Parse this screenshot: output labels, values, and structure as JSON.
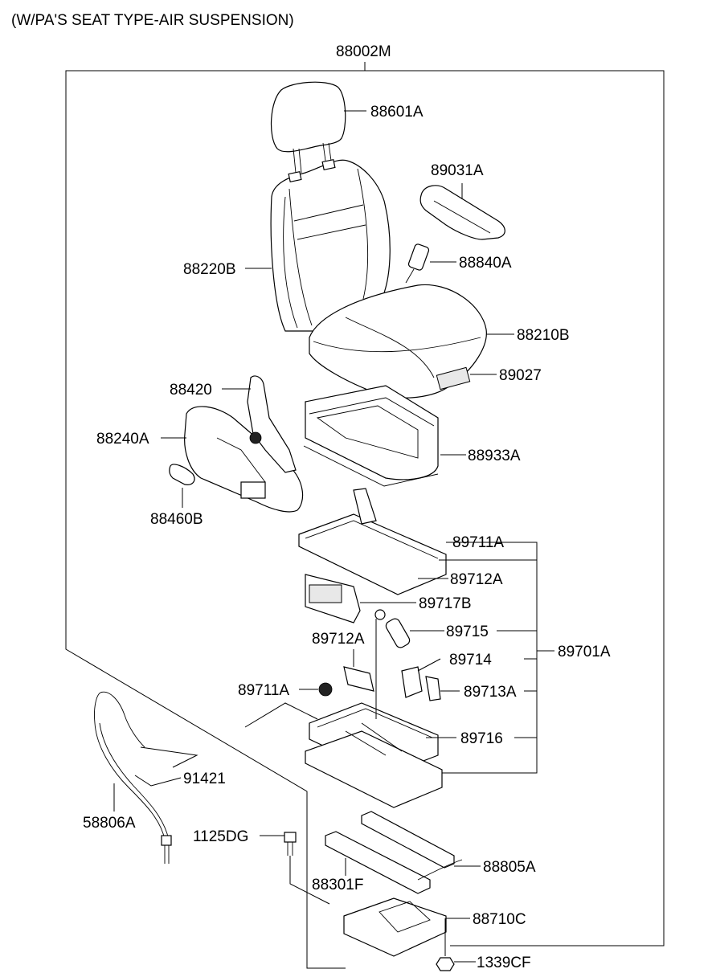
{
  "header": {
    "title": "(W/PA'S SEAT TYPE-AIR SUSPENSION)",
    "assembly_number": "88002M"
  },
  "parts": {
    "p88601A": "88601A",
    "p89031A": "89031A",
    "p88840A": "88840A",
    "p88220B": "88220B",
    "p88210B": "88210B",
    "p89027": "89027",
    "p88420": "88420",
    "p88240A": "88240A",
    "p88933A": "88933A",
    "p88460B": "88460B",
    "p89711A_top": "89711A",
    "p89712A_top": "89712A",
    "p89717B": "89717B",
    "p89715": "89715",
    "p89712A_left": "89712A",
    "p89714": "89714",
    "p89701A": "89701A",
    "p89711A_left": "89711A",
    "p89713A": "89713A",
    "p89716": "89716",
    "p91421": "91421",
    "p58806A": "58806A",
    "p1125DG": "1125DG",
    "p88805A": "88805A",
    "p88301F": "88301F",
    "p88710C": "88710C",
    "p1339CF": "1339CF"
  }
}
